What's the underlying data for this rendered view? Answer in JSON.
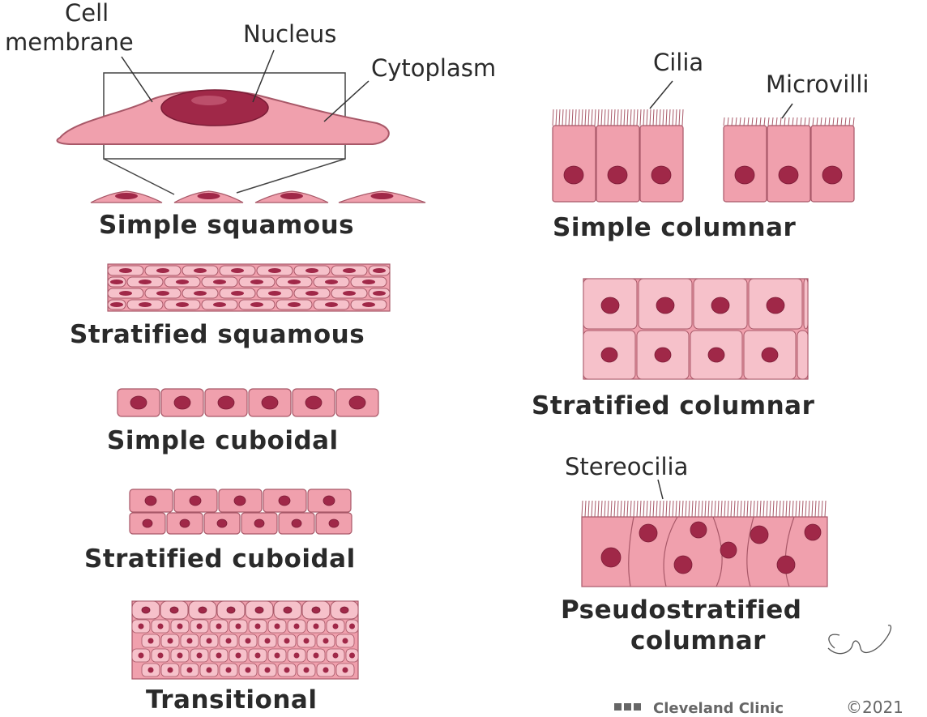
{
  "callouts": {
    "cell_membrane_line1": "Cell",
    "cell_membrane_line2": "membrane",
    "nucleus": "Nucleus",
    "cytoplasm": "Cytoplasm",
    "cilia": "Cilia",
    "microvilli": "Microvilli",
    "stereocilia": "Stereocilia"
  },
  "titles": {
    "simple_squamous": "Simple squamous",
    "stratified_squamous": "Stratified squamous",
    "simple_cuboidal": "Simple cuboidal",
    "stratified_cuboidal": "Stratified cuboidal",
    "transitional": "Transitional",
    "simple_columnar": "Simple columnar",
    "stratified_columnar": "Stratified columnar",
    "pseudostratified_line1": "Pseudostratified",
    "pseudostratified_line2": "columnar"
  },
  "footer": {
    "brand": "Cleveland Clinic",
    "copyright": "©2021",
    "signature": "EW"
  },
  "colors": {
    "cell_fill": "#f0a0ad",
    "cell_light": "#f6c1ca",
    "cell_stroke": "#a85868",
    "nucleus": "#a02848",
    "nucleus_dark": "#7a1c36"
  }
}
